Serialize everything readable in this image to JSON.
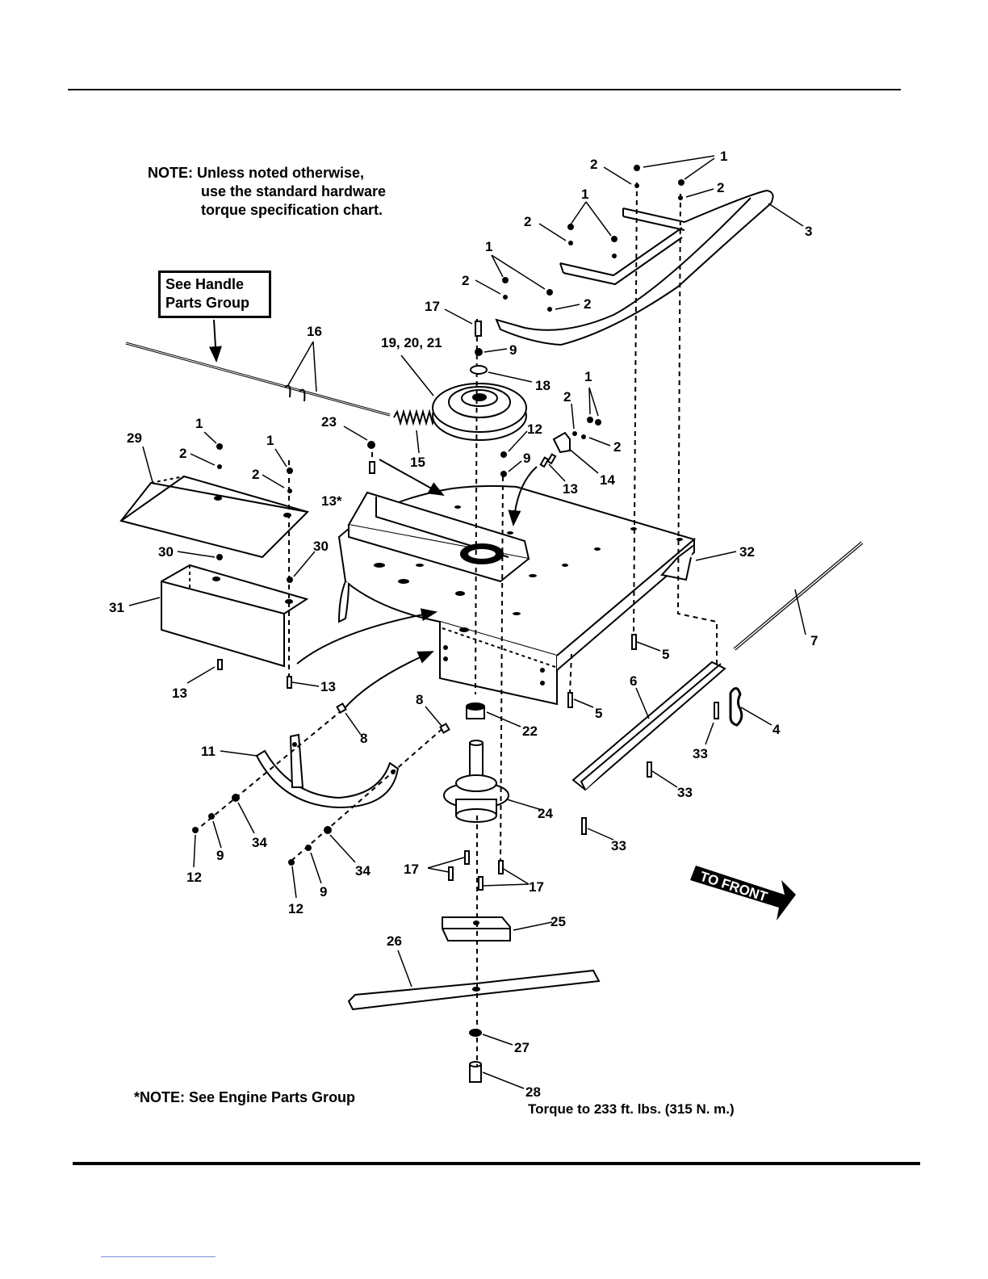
{
  "notes": {
    "hardware_line1": "NOTE: Unless noted otherwise,",
    "hardware_line2": "use the standard hardware",
    "hardware_line3": "torque specification chart.",
    "engine_note": "*NOTE: See Engine Parts Group",
    "torque_note": "Torque to 233 ft. lbs. (315 N. m.)"
  },
  "see_handle": {
    "line1": "See Handle",
    "line2": "Parts Group"
  },
  "direction_label": "TO FRONT",
  "callouts": [
    "1",
    "2",
    "3",
    "4",
    "5",
    "6",
    "7",
    "8",
    "9",
    "11",
    "12",
    "13",
    "13*",
    "14",
    "15",
    "16",
    "17",
    "18",
    "19, 20, 21",
    "22",
    "23",
    "24",
    "25",
    "26",
    "27",
    "28",
    "29",
    "30",
    "31",
    "32",
    "33",
    "34"
  ]
}
